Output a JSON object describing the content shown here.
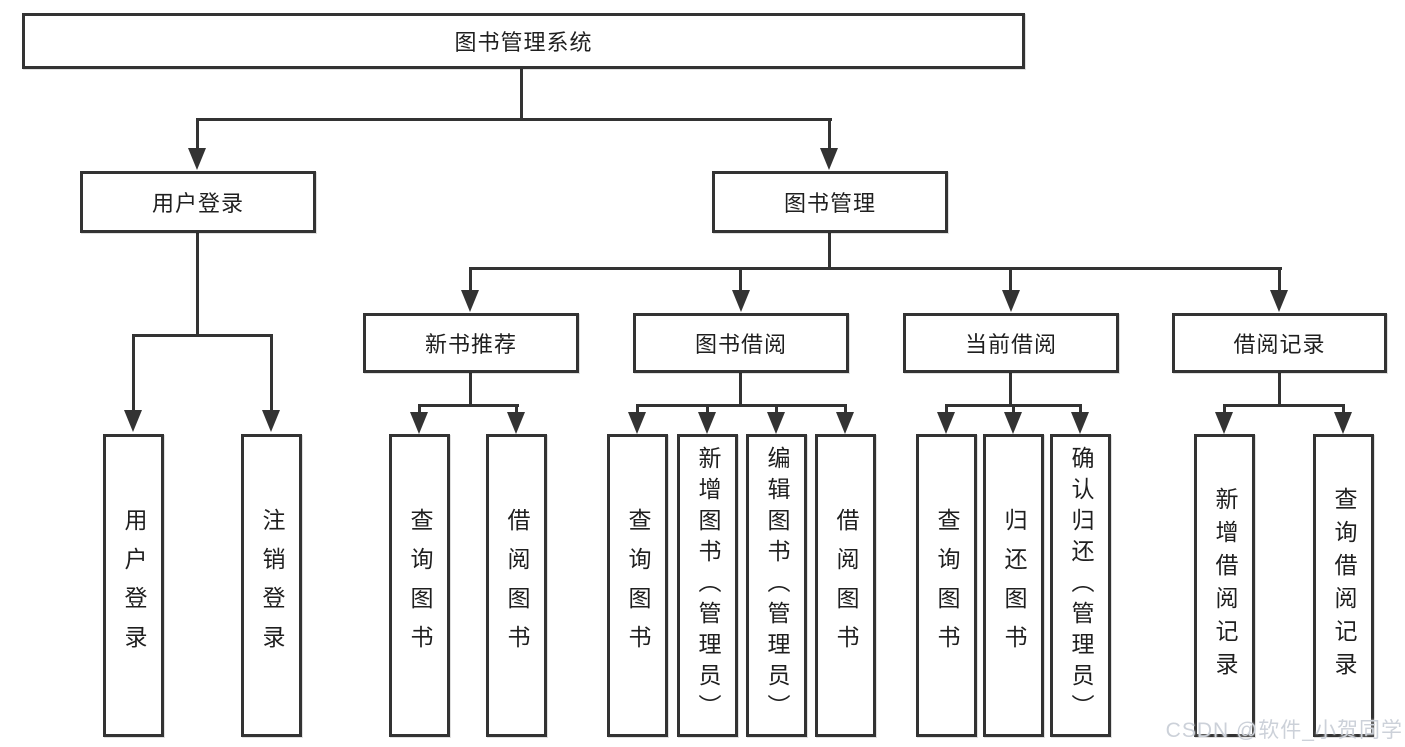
{
  "diagram": {
    "root": {
      "label": "图书管理系统"
    },
    "level2": [
      {
        "label": "用户登录",
        "children": [
          {
            "label": "用户登录"
          },
          {
            "label": "注销登录"
          }
        ]
      },
      {
        "label": "图书管理",
        "children": [
          {
            "label": "新书推荐",
            "children": [
              {
                "label": "查询图书"
              },
              {
                "label": "借阅图书"
              }
            ]
          },
          {
            "label": "图书借阅",
            "children": [
              {
                "label": "查询图书"
              },
              {
                "label": "新增图书（管理员）"
              },
              {
                "label": "编辑图书（管理员）"
              },
              {
                "label": "借阅图书"
              }
            ]
          },
          {
            "label": "当前借阅",
            "children": [
              {
                "label": "查询图书"
              },
              {
                "label": "归还图书"
              },
              {
                "label": "确认归还（管理员）"
              }
            ]
          },
          {
            "label": "借阅记录",
            "children": [
              {
                "label": "新增借阅记录"
              },
              {
                "label": "查询借阅记录"
              }
            ]
          }
        ]
      }
    ]
  },
  "watermark": {
    "text": "CSDN @软件_小贺同学"
  },
  "colors": {
    "line": "#333333",
    "box_border": "#333333",
    "box_background": "#ffffff",
    "text": "#1f1f1f",
    "watermark": "#ccd1d9"
  }
}
